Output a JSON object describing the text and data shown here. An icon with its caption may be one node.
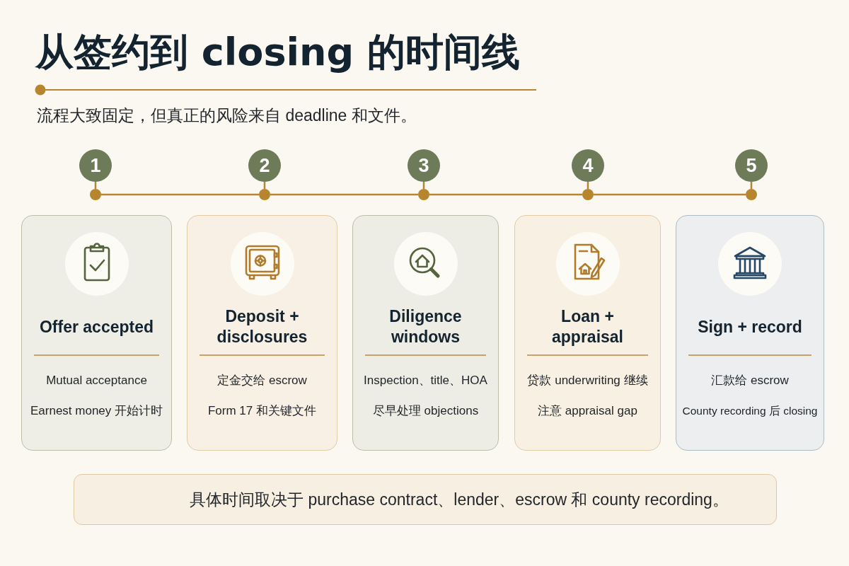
{
  "diagram": {
    "title": "从签约到 closing 的时间线",
    "nodes": [
      {
        "text": [
          "1"
        ]
      },
      {
        "text": [
          "2"
        ]
      },
      {
        "text": [
          "3"
        ]
      },
      {
        "text": [
          "4"
        ]
      },
      {
        "text": [
          "5"
        ]
      },
      {
        "text": [],
        "shape": "circle"
      },
      {
        "text": [],
        "shape": "circle"
      },
      {
        "text": [],
        "shape": "circle"
      },
      {
        "text": [],
        "shape": "circle"
      },
      {
        "text": [],
        "shape": "circle"
      },
      {
        "text": [
          "Offer accepted",
          "Mutual acceptance",
          "Earnest money 开始计时"
        ]
      },
      {
        "text": [
          "Deposit + disclosures",
          "定金交给 escrow",
          "Form 17 和关键文件"
        ]
      },
      {
        "text": [
          "Diligence windows",
          "Inspection、title、HOA",
          "尽早处理 objections"
        ]
      },
      {
        "text": [
          "Loan + appraisal",
          "贷款 underwriting 继续",
          "注意 appraisal gap"
        ]
      },
      {
        "text": [
          "Sign + record",
          "汇款给 escrow",
          "County recording 后 closing"
        ]
      },
      {
        "text": [
          "具体时间取决于 purchase contract、lender、escrow 和 county recording。"
        ]
      }
    ],
    "edges": [
      {
        "from": 0,
        "to": 5,
        "arrow": "none"
      },
      {
        "from": 5,
        "to": 6,
        "arrow": "none"
      },
      {
        "from": 1,
        "to": 6,
        "arrow": "none"
      },
      {
        "from": 6,
        "to": 7,
        "arrow": "none"
      },
      {
        "from": 2,
        "to": 7,
        "arrow": "none"
      },
      {
        "from": 7,
        "to": 8,
        "arrow": "none"
      },
      {
        "from": 3,
        "to": 8,
        "arrow": "none"
      },
      {
        "from": 8,
        "to": 9,
        "arrow": "none"
      },
      {
        "from": 4,
        "to": 9,
        "arrow": "none"
      }
    ],
    "labels": [
      "流程大致固定，但真正的风险来自 deadline 和文件。"
    ]
  }
}
